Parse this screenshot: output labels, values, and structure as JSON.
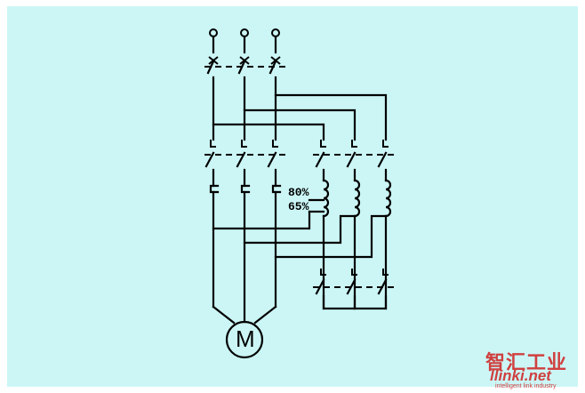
{
  "diagram": {
    "background_color": "#ccf6f6",
    "line_color": "#000000",
    "tap_labels": [
      "80%",
      "65%"
    ],
    "motor_label": "M"
  },
  "watermark": {
    "chinese_text": "智汇工业",
    "latin_text": "llinki.net",
    "tagline": "intelligent link industry",
    "color": "#d04040"
  }
}
